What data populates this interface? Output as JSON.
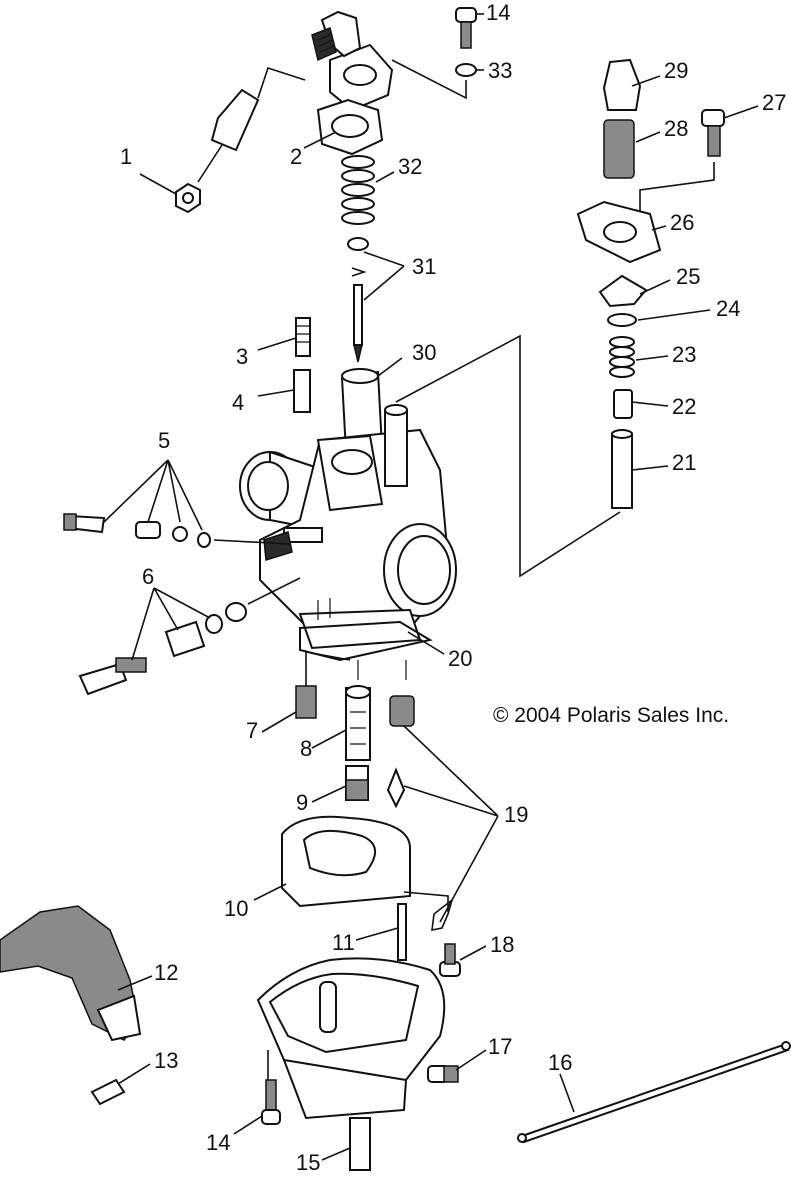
{
  "copyright": "© 2004 Polaris Sales Inc.",
  "callouts": [
    {
      "id": "p1",
      "label": "1"
    },
    {
      "id": "p2",
      "label": "2"
    },
    {
      "id": "p3",
      "label": "3"
    },
    {
      "id": "p4",
      "label": "4"
    },
    {
      "id": "p5",
      "label": "5"
    },
    {
      "id": "p6",
      "label": "6"
    },
    {
      "id": "p7",
      "label": "7"
    },
    {
      "id": "p8",
      "label": "8"
    },
    {
      "id": "p9",
      "label": "9"
    },
    {
      "id": "p10",
      "label": "10"
    },
    {
      "id": "p11",
      "label": "11"
    },
    {
      "id": "p12",
      "label": "12"
    },
    {
      "id": "p13",
      "label": "13"
    },
    {
      "id": "p14a",
      "label": "14"
    },
    {
      "id": "p14b",
      "label": "14"
    },
    {
      "id": "p15",
      "label": "15"
    },
    {
      "id": "p16",
      "label": "16"
    },
    {
      "id": "p17",
      "label": "17"
    },
    {
      "id": "p18",
      "label": "18"
    },
    {
      "id": "p19",
      "label": "19"
    },
    {
      "id": "p20",
      "label": "20"
    },
    {
      "id": "p21",
      "label": "21"
    },
    {
      "id": "p22",
      "label": "22"
    },
    {
      "id": "p23",
      "label": "23"
    },
    {
      "id": "p24",
      "label": "24"
    },
    {
      "id": "p25",
      "label": "25"
    },
    {
      "id": "p26",
      "label": "26"
    },
    {
      "id": "p27",
      "label": "27"
    },
    {
      "id": "p28",
      "label": "28"
    },
    {
      "id": "p29",
      "label": "29"
    },
    {
      "id": "p30",
      "label": "30"
    },
    {
      "id": "p31",
      "label": "31"
    },
    {
      "id": "p32",
      "label": "32"
    },
    {
      "id": "p33",
      "label": "33"
    }
  ]
}
